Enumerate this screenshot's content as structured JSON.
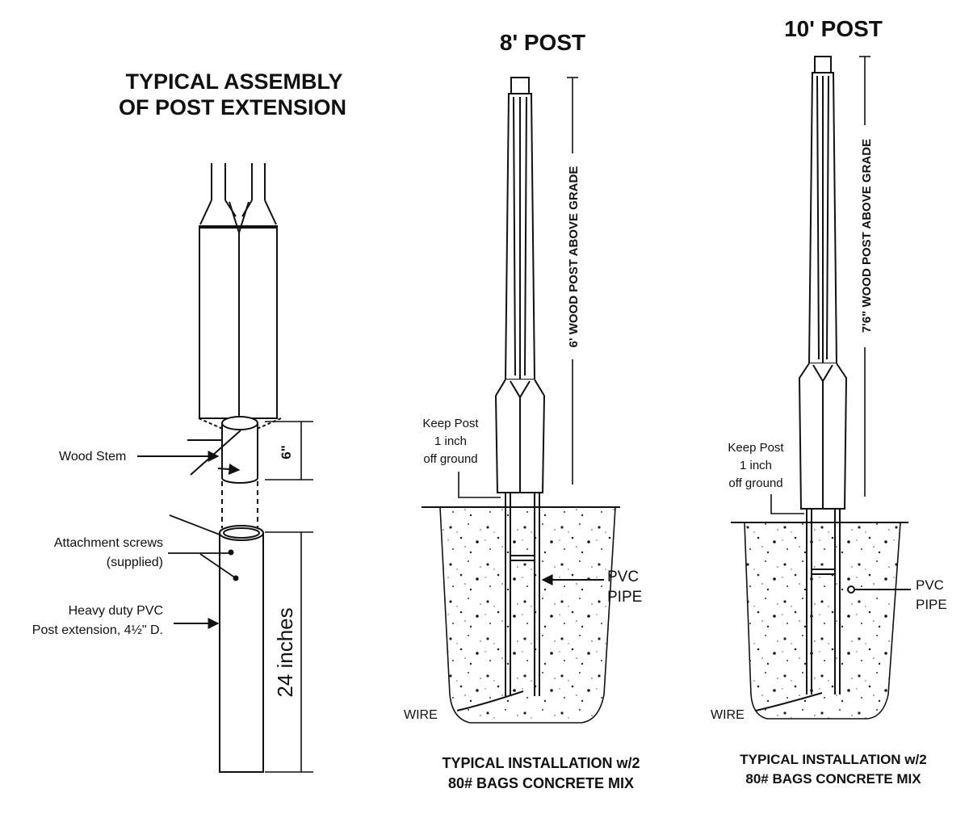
{
  "assembly": {
    "title_line1": "TYPICAL ASSEMBLY",
    "title_line2": "OF POST EXTENSION",
    "wood_stem_label": "Wood Stem",
    "stem_dimension": "6\"",
    "screws_label_line1": "Attachment screws",
    "screws_label_line2": "(supplied)",
    "pvc_label_line1": "Heavy duty PVC",
    "pvc_label_line2": "Post extension, 4½\" D.",
    "length_dimension": "24 inches"
  },
  "post8": {
    "title": "8' POST",
    "height_label": "6' WOOD POST ABOVE GRADE",
    "keep_line1": "Keep Post",
    "keep_line2": "1 inch",
    "keep_line3": "off ground",
    "pvc_line1": "PVC",
    "pvc_line2": "PIPE",
    "wire_label": "WIRE",
    "caption_line1": "TYPICAL INSTALLATION w/2",
    "caption_line2": "80# BAGS CONCRETE MIX"
  },
  "post10": {
    "title": "10' POST",
    "height_label": "7'6\" WOOD POST ABOVE GRADE",
    "keep_line1": "Keep Post",
    "keep_line2": "1 inch",
    "keep_line3": "off ground",
    "pvc_line1": "PVC",
    "pvc_line2": "PIPE",
    "wire_label": "WIRE",
    "caption_line1": "TYPICAL INSTALLATION w/2",
    "caption_line2": "80# BAGS CONCRETE MIX"
  }
}
